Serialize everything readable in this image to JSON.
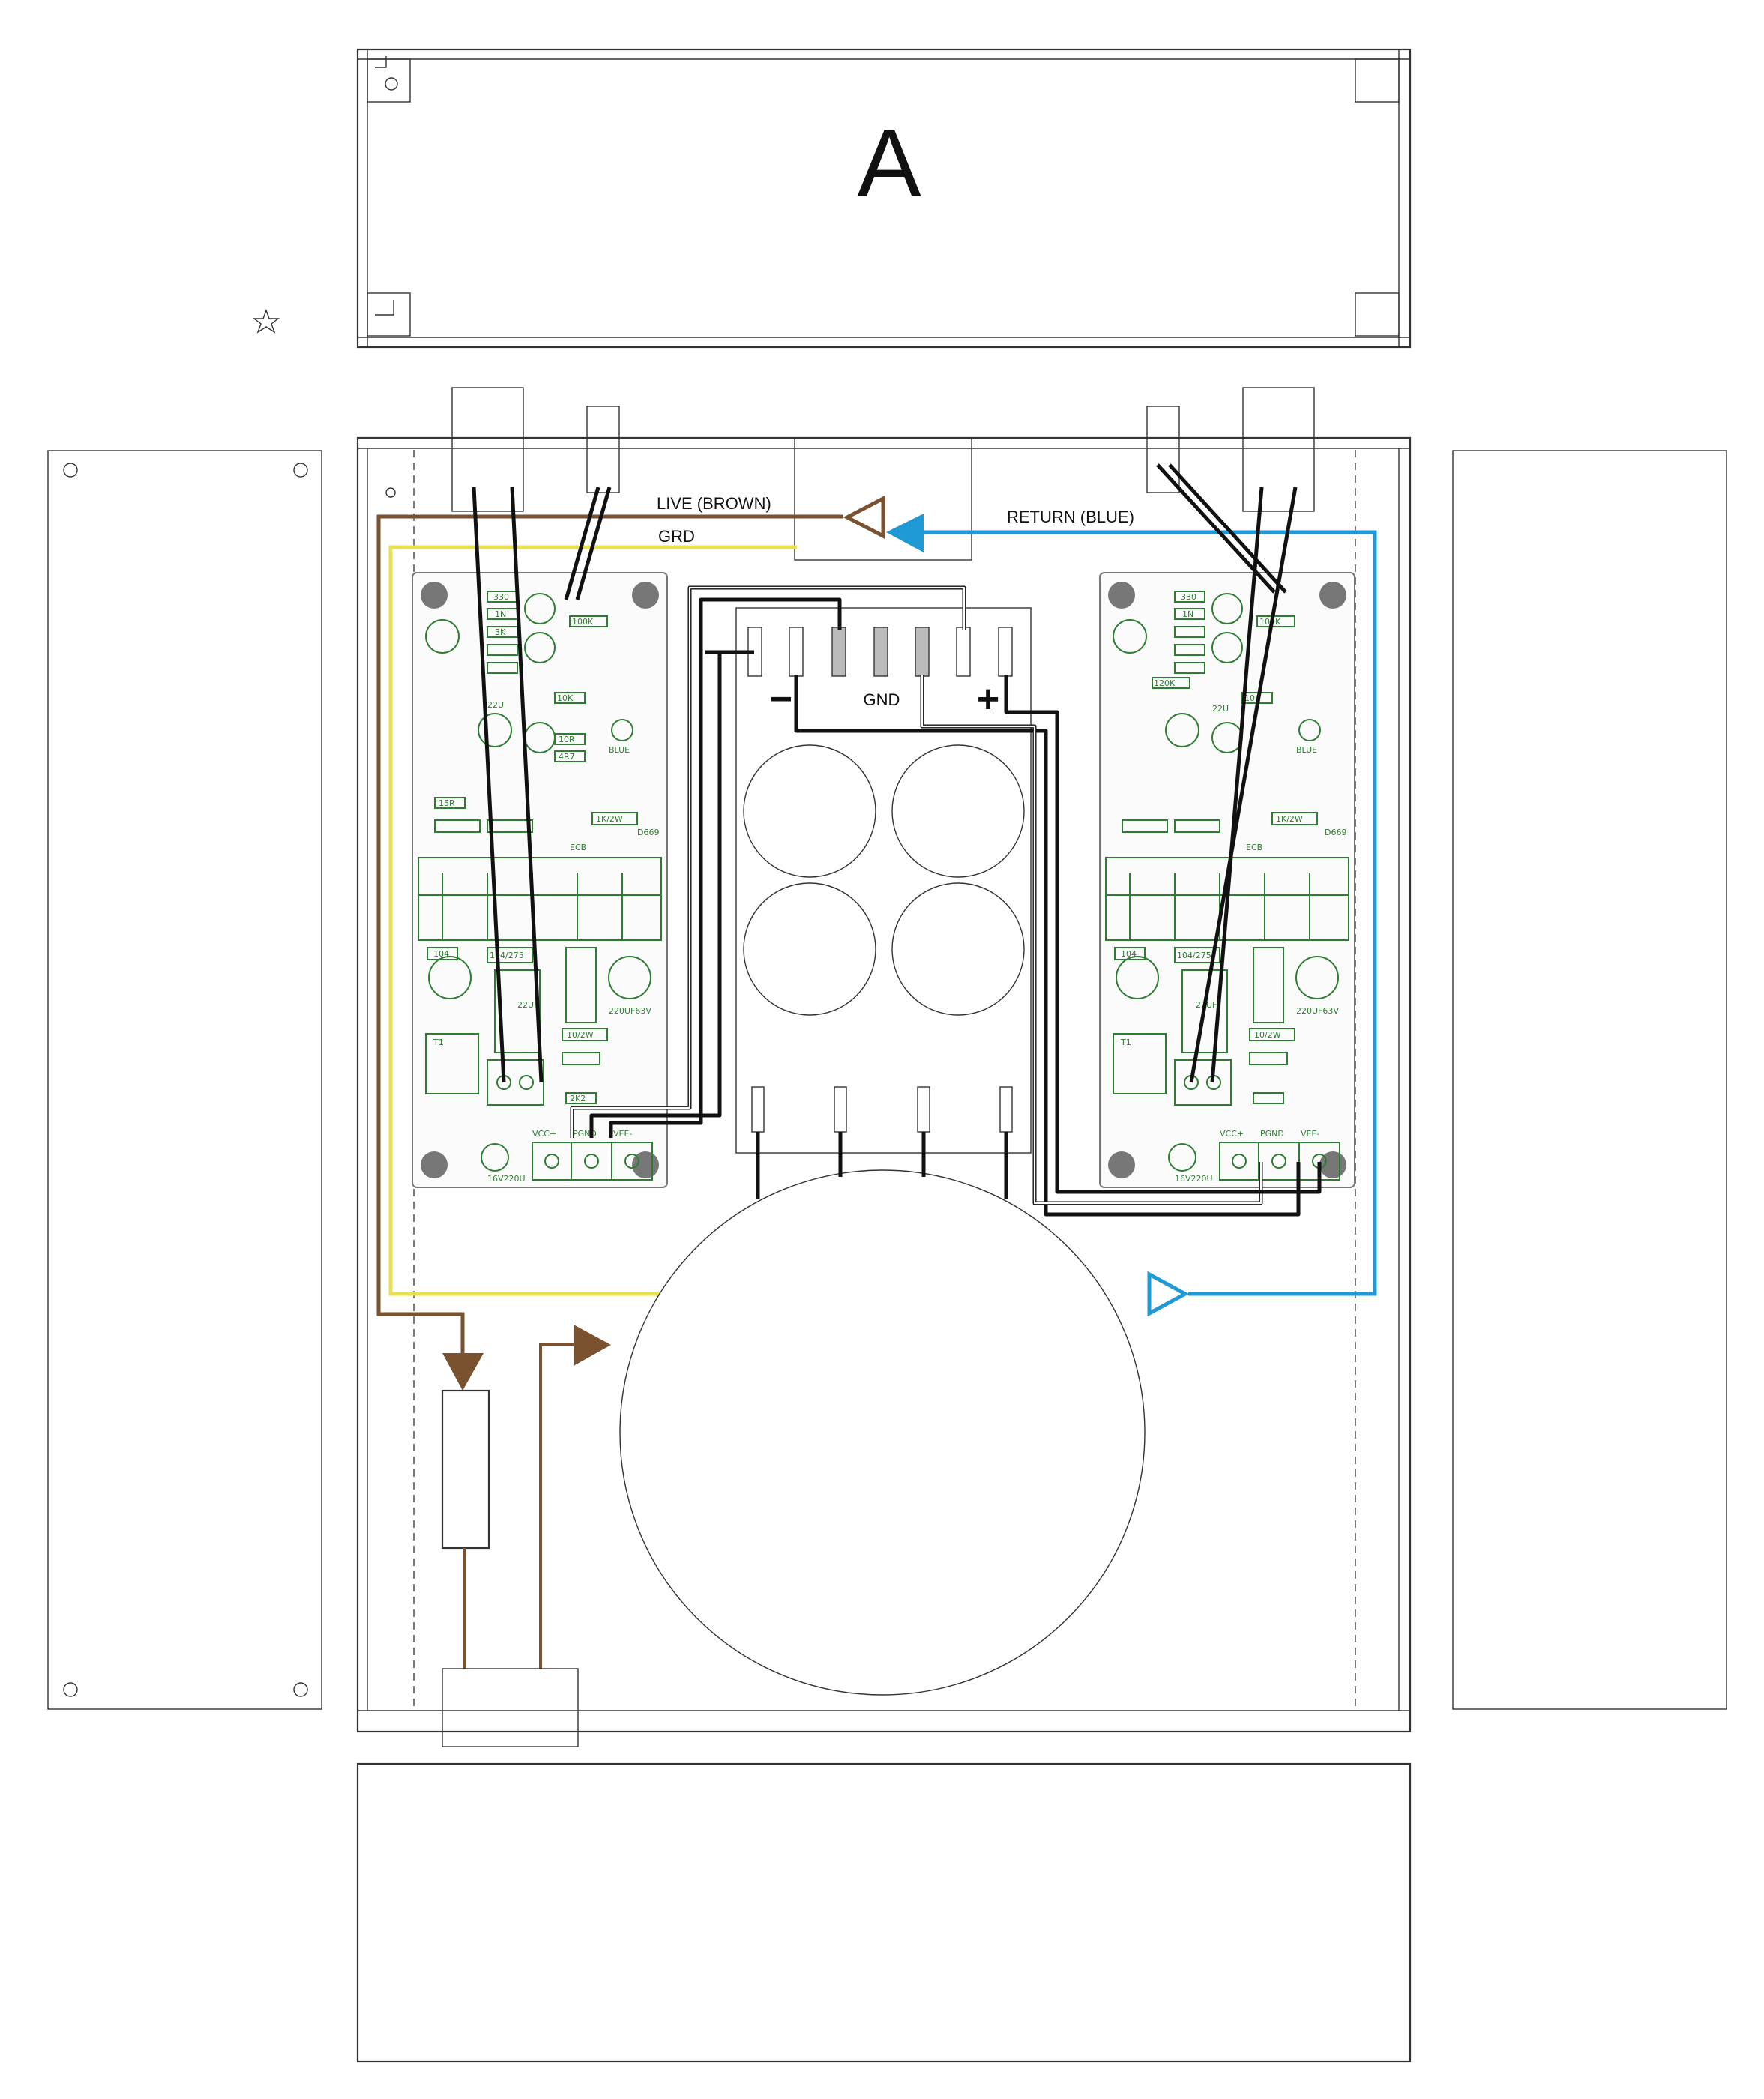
{
  "panel_letter": "A",
  "wires": {
    "live": "LIVE (BROWN)",
    "ground": "GRD",
    "return": "RETURN (BLUE)"
  },
  "supply_board": {
    "minus": "−",
    "plus": "+",
    "gnd": "GND"
  },
  "amp_terminals": [
    "VCC+",
    "PGND",
    "VEE-"
  ],
  "pcb_labels": {
    "r330": "330",
    "d1n": "1N",
    "r3k": "3K",
    "r100k": "100K",
    "r10k": "10K",
    "c22u": "22U",
    "r10r": "10R",
    "r4r7": "4R7",
    "r120k": "120K",
    "blue": "BLUE",
    "r1k2w": "1K/2W",
    "d669": "D669",
    "r2k2": "2K2",
    "c104": "104",
    "c104_275": "104/275",
    "l22uh": "22UH",
    "c220u63": "220UF63V",
    "r10_2w": "10/2W",
    "c16v220u": "16V220U",
    "t1": "T1",
    "ecb": "ECB",
    "r15r": "15R"
  },
  "colors": {
    "live": "#7a5230",
    "ground": "#e8df52",
    "return": "#1f9ad6",
    "wire": "#111111",
    "pcb_trace": "#2e7d32"
  }
}
